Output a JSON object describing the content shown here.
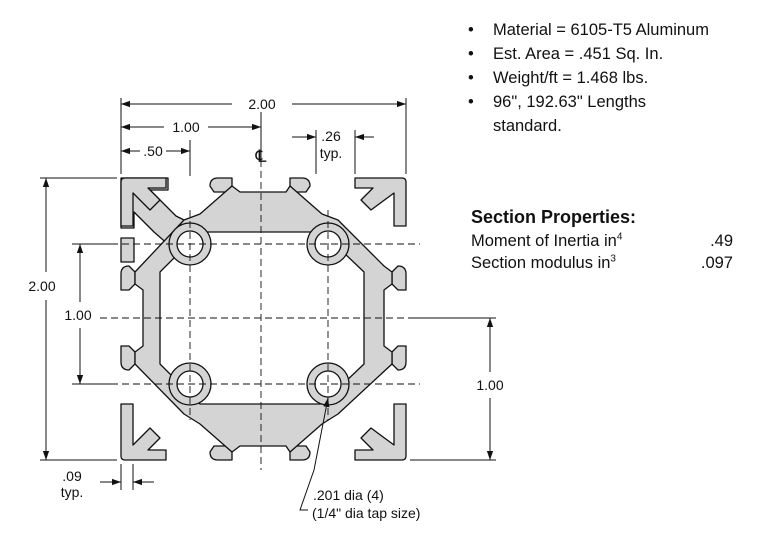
{
  "specs": [
    "Material = 6105-T5 Aluminum",
    "Est. Area = .451 Sq. In.",
    "Weight/ft = 1.468 lbs.",
    "96\", 192.63\" Lengths standard."
  ],
  "section_properties": {
    "title": "Section Properties:",
    "rows": [
      {
        "label": "Moment of Inertia in",
        "sup": "4",
        "value": ".49"
      },
      {
        "label": "Section modulus in",
        "sup": "3",
        "value": ".097"
      }
    ]
  },
  "dimensions": {
    "width_overall": "2.00",
    "width_half": "1.00",
    "width_quarter": ".50",
    "slot_width": ".26",
    "slot_width_note": "typ.",
    "centerline": "℄",
    "height_overall": "2.00",
    "height_center_spacing": "1.00",
    "height_right": "1.00",
    "wall": ".09",
    "wall_note": "typ.",
    "hole_dia": ".201 dia (4)",
    "hole_tap": "(1/4\" dia tap size)"
  },
  "colors": {
    "profile_fill": "#d4d4d4",
    "line": "#111111"
  }
}
